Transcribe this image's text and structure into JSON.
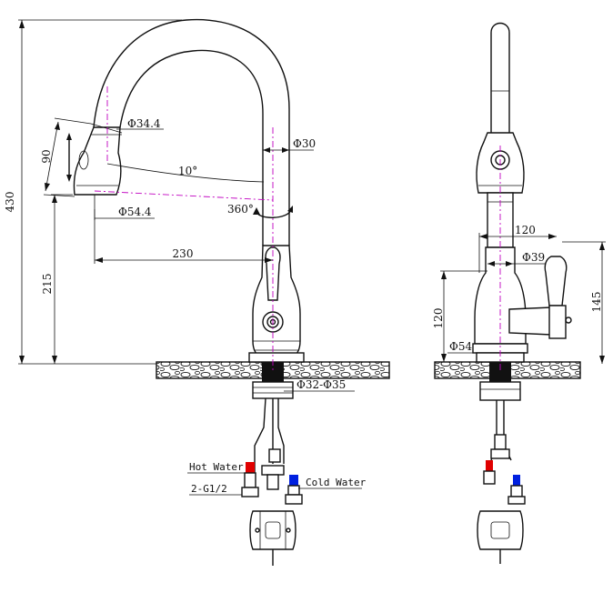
{
  "diagram": {
    "side_view": {
      "dims": {
        "total_height": "430",
        "spout_height": "215",
        "reach": "230",
        "spray_angle": "90",
        "tilt": "10°",
        "swivel": "360°",
        "head_dia_top": "Φ34.4",
        "head_dia_bottom": "Φ54.4",
        "spout_dia": "Φ30",
        "shank_dia": "Φ32-Φ35"
      },
      "labels": {
        "hot_water": "Hot Water",
        "cold_water": "Cold Water",
        "connector": "2-G1/2"
      }
    },
    "front_view": {
      "dims": {
        "handle_width": "120",
        "body_dia": "Φ39",
        "handle_height": "120",
        "handle_top": "145",
        "base_dia": "Φ54"
      }
    },
    "colors": {
      "centerline": "#c000c0",
      "hot": "#e00000",
      "cold": "#0020e0"
    }
  }
}
